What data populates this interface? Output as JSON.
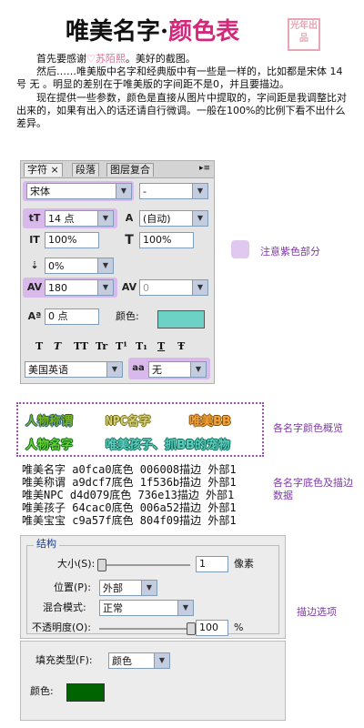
{
  "header": {
    "title_a": "唯美名字·",
    "title_b": "颜色表",
    "stamp": "光年出品"
  },
  "intro": {
    "p1a": "首先要感谢",
    "p1b": "♡苏陌熙",
    "p1c": "。美好的截图。",
    "p2": "然后……唯美版中名字和经典版中有一些是一样的，比如都是宋体 14号 无 。明显的差别在于唯美版的字间距不是0，并且要描边。",
    "p3": "现在提供一些参数，颜色是直接从图片中提取的，字间距是我调整比对出来的，如果有出入的话还请自行微调。一般在100%的比例下看不出什么差异。"
  },
  "panel": {
    "tabs": [
      "字符",
      "段落",
      "图层复合"
    ],
    "tab_close": "×",
    "menu": "▸≡",
    "font": "宋体",
    "style": "-",
    "size": "14 点",
    "leading": "(自动)",
    "vscale": "100%",
    "hscale": "100%",
    "baseline_pct": "0%",
    "tracking": "180",
    "kerning": "0",
    "shift": "0 点",
    "color_label": "颜色:",
    "color": "#6cd2c6",
    "format_buttons": [
      "T",
      "T",
      "TT",
      "Tr",
      "T¹",
      "T₁",
      "T",
      "Ŧ"
    ],
    "language": "美国英语",
    "aa_icon": "aa",
    "aa": "无"
  },
  "notes": {
    "purple": "注意紫色部分",
    "overview": "各名字颜色概览",
    "data": "各名字底色及描边数据",
    "stroke_opts": "描边选项"
  },
  "names": [
    {
      "text": "人物称谓",
      "color": "#79b524",
      "stroke": "#1f536b"
    },
    {
      "text": "NPC名字",
      "color": "#d4d079",
      "stroke": "#736e13"
    },
    {
      "text": "唯美BB",
      "color": "#f6a23a",
      "stroke": "#804f09"
    },
    {
      "text": "人物名字",
      "color": "#6cd23b",
      "stroke": "#006008"
    },
    {
      "text": "唯美孩子、抓BB的宠物",
      "color": "#63cac0",
      "stroke": "#006a52"
    }
  ],
  "table": [
    "唯美名字 a0fca0底色 006008描边 外部1",
    "唯美称谓 a9dcf7底色 1f536b描边 外部1",
    "唯美NPC  d4d079底色 736e13描边 外部1",
    "唯美孩子 64cac0底色 006a52描边 外部1",
    "唯美宝宝 c9a57f底色 804f09描边 外部1"
  ],
  "stroke": {
    "section": "结构",
    "size_label": "大小(S):",
    "size": "1",
    "size_unit": "像素",
    "pos_label": "位置(P):",
    "pos": "外部",
    "blend_label": "混合模式:",
    "blend": "正常",
    "opacity_label": "不透明度(O):",
    "opacity": "100",
    "opacity_unit": "%"
  },
  "fill": {
    "type_label": "填充类型(F):",
    "type": "颜色",
    "color_label": "颜色:",
    "color": "#006400"
  }
}
